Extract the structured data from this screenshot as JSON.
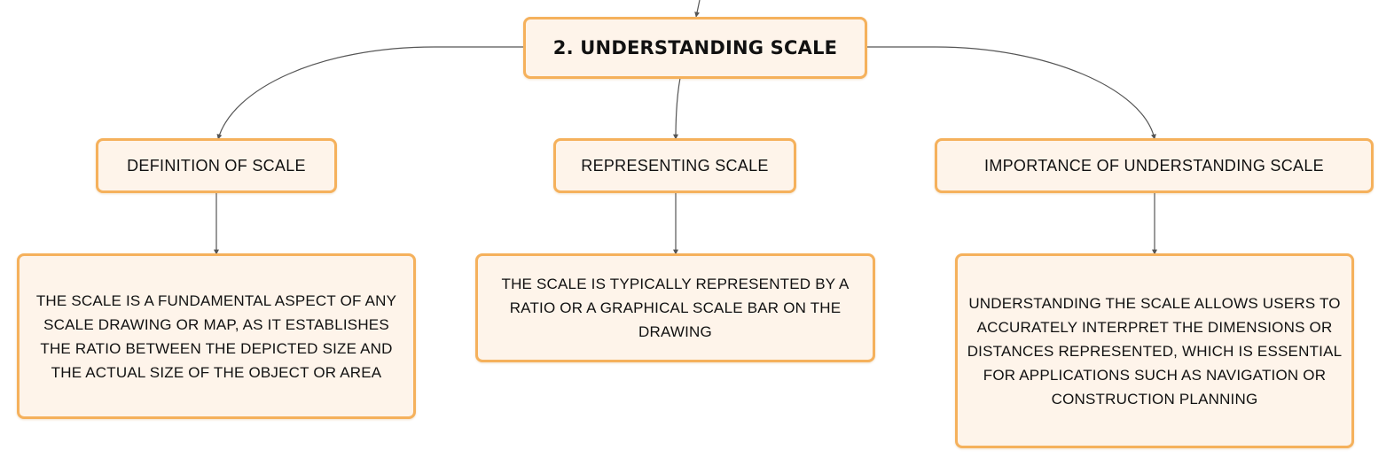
{
  "diagram": {
    "root": {
      "label": "2. UNDERSTANDING SCALE"
    },
    "branches": [
      {
        "label": "DEFINITION OF SCALE",
        "detail": "THE SCALE IS A FUNDAMENTAL ASPECT OF ANY SCALE DRAWING OR MAP, AS IT ESTABLISHES THE RATIO BETWEEN THE DEPICTED SIZE AND THE ACTUAL SIZE OF THE OBJECT OR AREA"
      },
      {
        "label": "REPRESENTING SCALE",
        "detail": "THE SCALE IS TYPICALLY REPRESENTED BY A RATIO OR A GRAPHICAL SCALE BAR ON THE DRAWING"
      },
      {
        "label": "IMPORTANCE OF UNDERSTANDING SCALE",
        "detail": "UNDERSTANDING THE SCALE ALLOWS USERS TO ACCURATELY INTERPRET THE DIMENSIONS OR DISTANCES REPRESENTED, WHICH IS ESSENTIAL FOR APPLICATIONS SUCH AS NAVIGATION OR CONSTRUCTION PLANNING"
      }
    ]
  },
  "colors": {
    "node_fill": "#fef4ea",
    "node_border": "#f5b15c",
    "connector": "#555555",
    "text": "#111111"
  }
}
